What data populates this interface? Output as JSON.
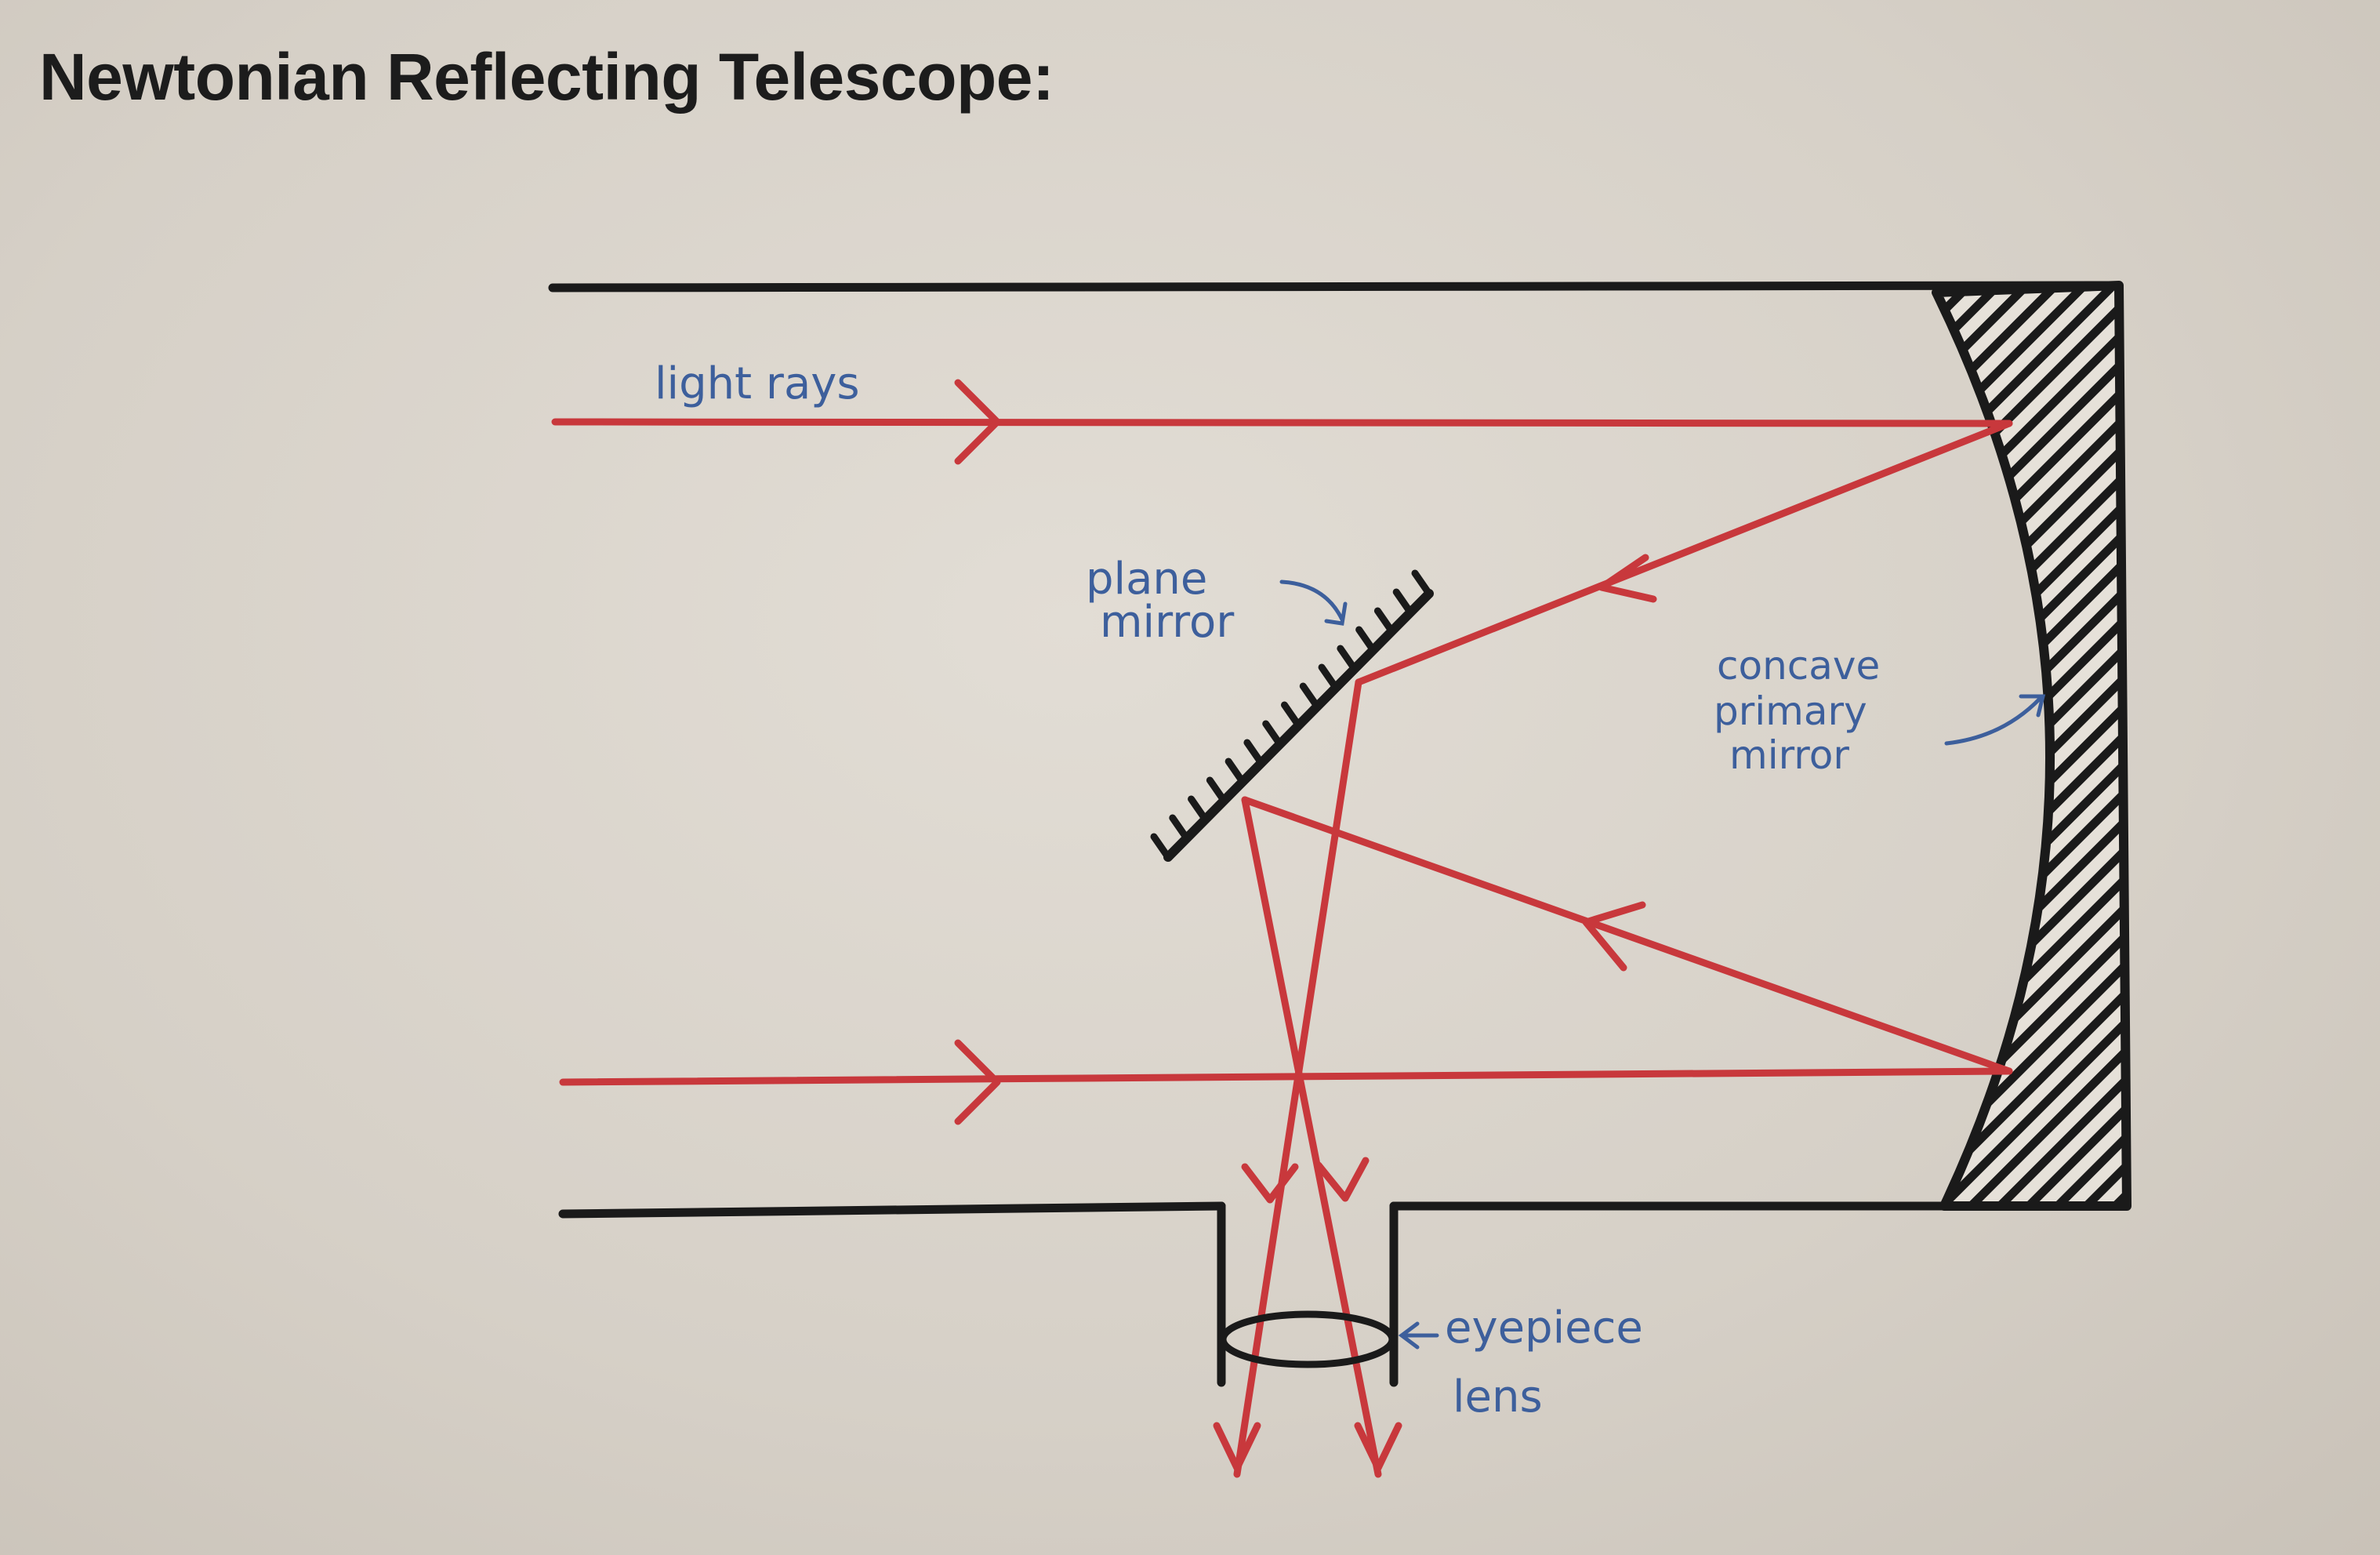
{
  "title": "Newtonian Reflecting Telescope:",
  "labels": {
    "light_rays": "light rays",
    "plane_mirror_1": "plane",
    "plane_mirror_2": "mirror",
    "primary_1": "concave",
    "primary_2": "primary",
    "primary_3": "mirror",
    "eyepiece_1": "eyepiece",
    "eyepiece_2": "lens"
  },
  "colors": {
    "ray": "#c8383c",
    "outline": "#1a1a1a",
    "label": "#3d5f9c"
  }
}
